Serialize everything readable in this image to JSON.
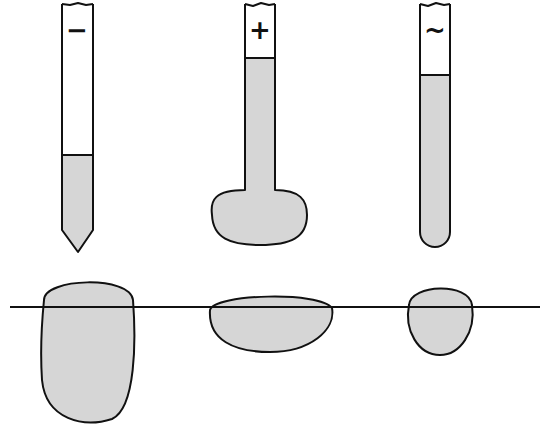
{
  "diagram": {
    "labels": [
      "−",
      "+",
      "~"
    ]
  }
}
